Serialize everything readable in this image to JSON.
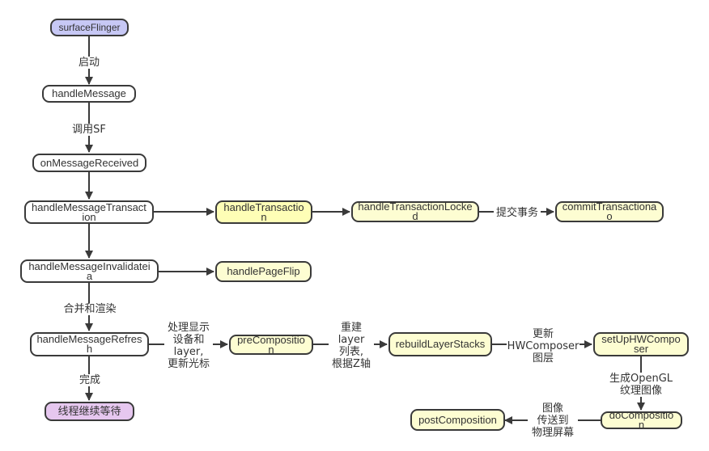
{
  "nodes": {
    "surfaceflinger": "surfaceFlinger",
    "handle_message": "handleMessage",
    "on_message_received": "onMessageReceived",
    "handle_message_transaction": "handleMessageTransaction",
    "handle_transaction": "handleTransaction",
    "handle_transaction_locked": "handleTransactionLocked",
    "commit_transaction": "commitTransactionao",
    "handle_message_invalidate": "handleMessageInvalidateia",
    "handle_page_flip": "handlePageFlip",
    "handle_message_refresh": "handleMessageRefresh",
    "pre_composition": "preComposition",
    "rebuild_layer_stacks": "rebuildLayerStacks",
    "set_up_hw_composer": "setUpHWComposer",
    "do_composition": "doComposition",
    "post_composition": "postComposition",
    "thread_wait": "线程继续等待"
  },
  "edges": {
    "start": "启动",
    "call_sf": "调用SF",
    "submit_transaction": "提交事务",
    "merge_render": "合并和渲染",
    "done": "完成",
    "process_display": "处理显示\n设备和\nlayer,\n更新光标",
    "rebuild_layer": "重建\nlayer\n列表,\n根据Z轴",
    "update_hwc": "更新\nHWComposer\n图层",
    "generate_opengl": "生成OpenGL\n纹理图像",
    "image_to_screen": "图像\n传送到\n物理屏幕"
  },
  "colors": {
    "line": "#3a3a3a",
    "purple_node": "#c7c8f5",
    "yellow_node": "#fefeb6",
    "light_yellow_node": "#fdfdd2",
    "lilac_node": "#e6c7ef",
    "white_node": "#ffffff"
  }
}
